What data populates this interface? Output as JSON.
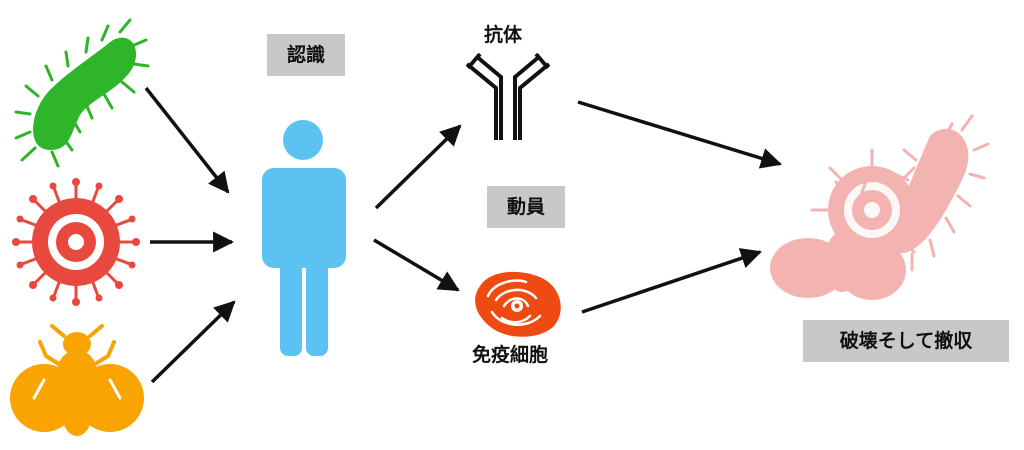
{
  "labels": {
    "recognition": "認識",
    "antibody": "抗体",
    "mobilization": "動員",
    "immune_cell": "免疫細胞",
    "destroy": "破壊そして撤収"
  },
  "colors": {
    "bacterium": "#2fb52a",
    "virus": "#e8483d",
    "fly": "#f9a400",
    "human": "#5bc2f2",
    "immune_cell": "#ef4a12",
    "destroyed": "#f2a6a4",
    "arrow": "#111111",
    "label_bg": "#c8c8c8"
  },
  "icons": [
    "bacterium-icon",
    "virus-icon",
    "fly-icon",
    "human-icon",
    "antibody-icon",
    "immune-cell-icon",
    "destroyed-pathogens-icon"
  ]
}
